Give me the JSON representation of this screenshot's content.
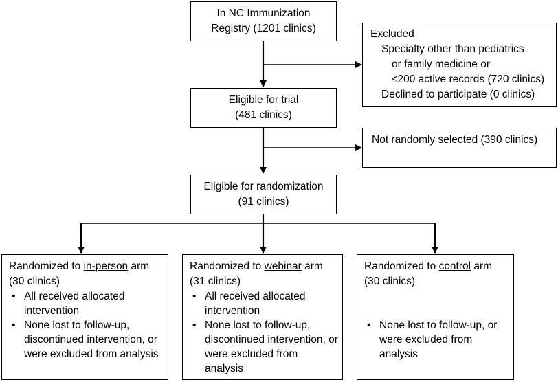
{
  "registry": {
    "line1": "In NC Immunization",
    "line2": "Registry (1201 clinics)"
  },
  "excluded": {
    "heading": "Excluded",
    "line1": "Specialty other than pediatrics",
    "line2": "or family medicine or",
    "line3": "≤200 active records (720 clinics)",
    "line4": "Declined to participate (0 clinics)"
  },
  "eligible_trial": {
    "line1": "Eligible for trial",
    "line2": "(481 clinics)"
  },
  "not_selected": {
    "text": "Not randomly selected (390 clinics)"
  },
  "eligible_random": {
    "line1": "Eligible for randomization",
    "line2": "(91 clinics)"
  },
  "arms": {
    "inperson": {
      "prefix": "Randomized to ",
      "arm": "in-person",
      "suffix": " arm",
      "count": "(30 clinics)",
      "bullet1": "All received allocated intervention",
      "bullet2": "None lost to follow-up, discontinued intervention, or were excluded from analysis"
    },
    "webinar": {
      "prefix": "Randomized to ",
      "arm": "webinar",
      "suffix": " arm",
      "count": "(31 clinics)",
      "bullet1": "All received allocated intervention",
      "bullet2": "None lost to follow-up, discontinued intervention, or were excluded from analysis"
    },
    "control": {
      "prefix": "Randomized to ",
      "arm": "control",
      "suffix": " arm",
      "count": "(30 clinics)",
      "bullet1": "None lost to follow-up, or were excluded from analysis"
    }
  }
}
